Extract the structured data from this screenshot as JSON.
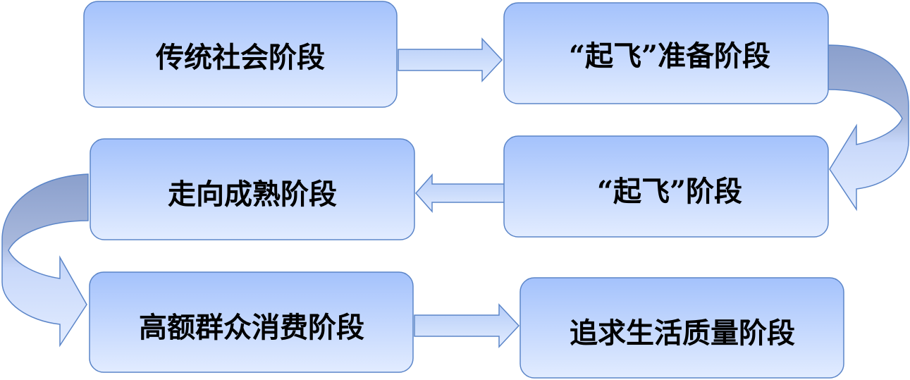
{
  "stages": [
    {
      "label": "传统社会阶段"
    },
    {
      "label": "“起飞”准备阶段"
    },
    {
      "label": "“起飞”阶段"
    },
    {
      "label": "走向成熟阶段"
    },
    {
      "label": "高额群众消费阶段"
    },
    {
      "label": "追求生活质量阶段"
    }
  ],
  "colors": {
    "box_top": "#a4c2fc",
    "box_bottom": "#e2ecff",
    "border": "#5b85c8",
    "curve_dark": "#8a9fcc"
  }
}
